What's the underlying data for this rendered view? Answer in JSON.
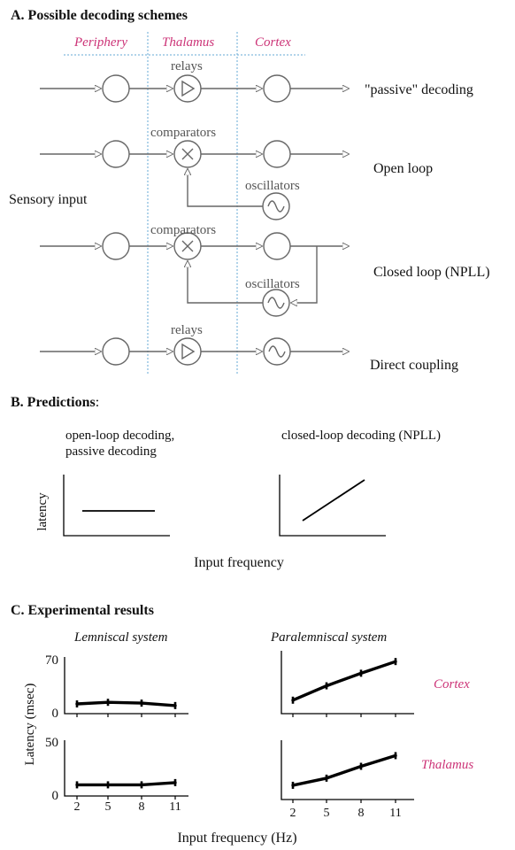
{
  "section_a": {
    "title": "A.  Possible decoding schemes",
    "regions": [
      "Periphery",
      "Thalamus",
      "Cortex"
    ],
    "input_label": "Sensory input",
    "schemes": [
      {
        "name": "\"passive\" decoding",
        "middle_label": "relays"
      },
      {
        "name": "Open loop",
        "middle_label": "comparators",
        "feedback_label": "oscillators"
      },
      {
        "name": "Closed loop  (NPLL)",
        "middle_label": "comparators",
        "feedback_label": "oscillators"
      },
      {
        "name": "Direct coupling",
        "middle_label": "relays"
      }
    ],
    "icons": {
      "relay": "relay-triangle-icon",
      "comparator": "comparator-x-icon",
      "oscillator": "oscillator-wave-icon"
    }
  },
  "section_b": {
    "title": "B.  Predictions",
    "title_suffix": ":",
    "left_caption_line1": "open-loop decoding,",
    "left_caption_line2": "passive decoding",
    "right_caption": "closed-loop decoding (NPLL)",
    "ylabel": "latency",
    "xlabel": "Input frequency"
  },
  "section_c": {
    "title": "C.  Experimental results",
    "col_left": "Lemniscal system",
    "col_right": "Paralemniscal system",
    "row_top": "Cortex",
    "row_bottom": "Thalamus",
    "ylabel": "Latency (msec)",
    "xlabel": "Input frequency (Hz)",
    "top_ytick_max": "70",
    "top_ytick_min": "0",
    "bottom_ytick_max": "50",
    "bottom_ytick_min": "0",
    "xticks": [
      "2",
      "5",
      "8",
      "11"
    ]
  },
  "chart_data": [
    {
      "type": "line",
      "x": [
        2,
        5,
        8,
        11
      ],
      "y": [
        12,
        14,
        13,
        10
      ],
      "ylim": [
        0,
        70
      ]
    },
    {
      "type": "line",
      "x": [
        2,
        5,
        8,
        11
      ],
      "y": [
        15,
        31,
        45,
        58
      ],
      "ylim": [
        0,
        70
      ]
    },
    {
      "type": "line",
      "x": [
        2,
        5,
        8,
        11
      ],
      "y": [
        10,
        10,
        10,
        12
      ],
      "ylim": [
        0,
        50
      ]
    },
    {
      "type": "line",
      "x": [
        2,
        5,
        8,
        11
      ],
      "y": [
        12,
        18,
        28,
        37
      ],
      "ylim": [
        0,
        50
      ]
    }
  ]
}
